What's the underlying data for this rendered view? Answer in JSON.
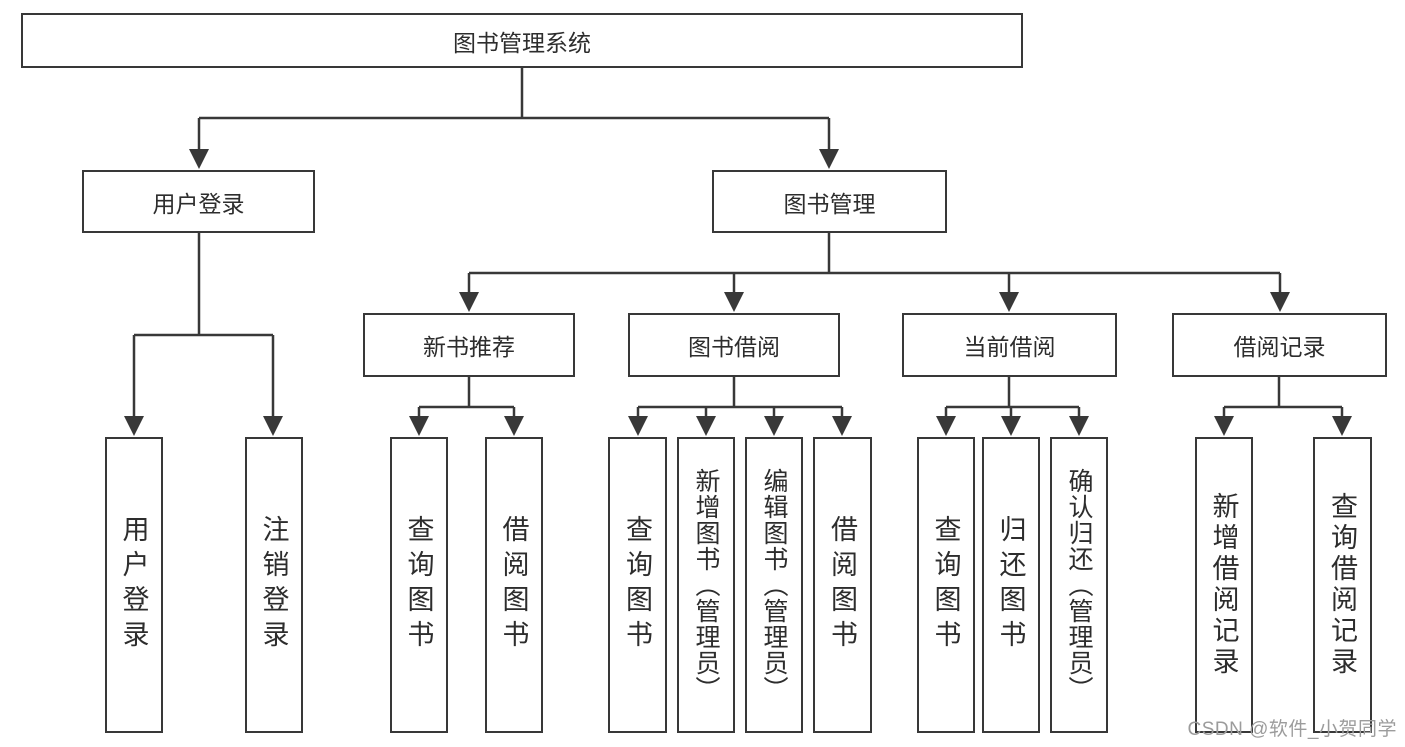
{
  "tree": {
    "root": {
      "label": "图书管理系统",
      "children": [
        {
          "label": "用户登录",
          "children": [
            {
              "label": "用户登录"
            },
            {
              "label": "注销登录"
            }
          ]
        },
        {
          "label": "图书管理",
          "children": [
            {
              "label": "新书推荐",
              "children": [
                {
                  "label": "查询图书"
                },
                {
                  "label": "借阅图书"
                }
              ]
            },
            {
              "label": "图书借阅",
              "children": [
                {
                  "label": "查询图书"
                },
                {
                  "label": "新增图书（管理员）"
                },
                {
                  "label": "编辑图书（管理员）"
                },
                {
                  "label": "借阅图书"
                }
              ]
            },
            {
              "label": "当前借阅",
              "children": [
                {
                  "label": "查询图书"
                },
                {
                  "label": "归还图书"
                },
                {
                  "label": "确认归还（管理员）"
                }
              ]
            },
            {
              "label": "借阅记录",
              "children": [
                {
                  "label": "新增借阅记录"
                },
                {
                  "label": "查询借阅记录"
                }
              ]
            }
          ]
        }
      ]
    }
  },
  "watermark": {
    "text": "CSDN @软件_小贺同学"
  },
  "colors": {
    "line": "#383838",
    "box_border": "#383838",
    "text": "#2d2d2d",
    "watermark_text": "#9c9c9c",
    "background": "#ffffff"
  }
}
